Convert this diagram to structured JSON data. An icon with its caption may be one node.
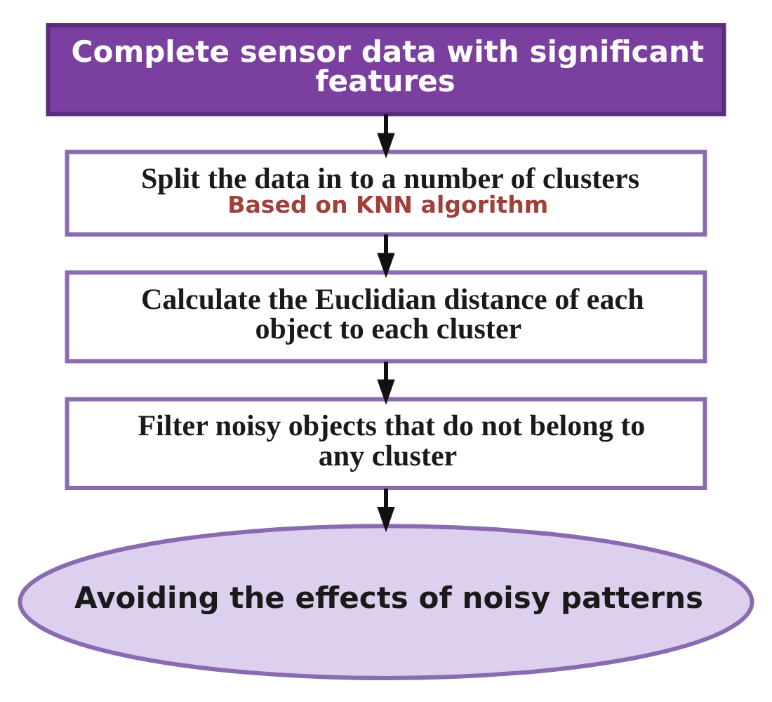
{
  "diagram": {
    "nodes": [
      {
        "text": [
          "Complete sensor data with significant features"
        ]
      },
      {
        "text": [
          "Split the data in to a number of clusters",
          "Based on KNN algorithm"
        ]
      },
      {
        "text": [
          "Calculate the Euclidian distance of each object to each cluster"
        ]
      },
      {
        "text": [
          "Filter noisy objects that do not belong to any cluster"
        ]
      },
      {
        "text": [
          "Avoiding the effects of noisy patterns"
        ]
      }
    ],
    "edges": [
      {
        "from": 0,
        "to": 1,
        "arrow": "to"
      },
      {
        "from": 1,
        "to": 2,
        "arrow": "to"
      },
      {
        "from": 2,
        "to": 3,
        "arrow": "to"
      },
      {
        "from": 3,
        "to": 4,
        "arrow": "to"
      }
    ]
  }
}
